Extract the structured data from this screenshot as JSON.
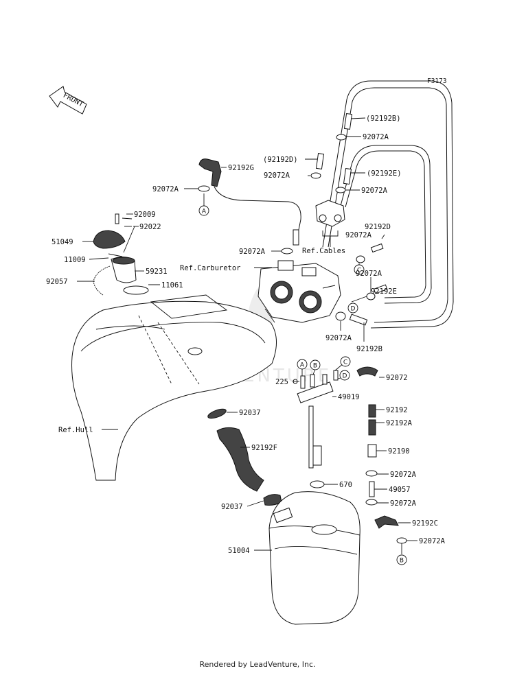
{
  "figure_code": "F3173",
  "front_label": "FRONT",
  "watermark": "LEADVENTURE",
  "footer": "Rendered by LeadVenture, Inc.",
  "callouts": {
    "a": "A",
    "b": "B",
    "c": "C",
    "d": "D"
  },
  "labels": {
    "p92192B_top": "(92192B)",
    "p92072A_1": "92072A",
    "p92192D_paren": "(92192D)",
    "p92192G": "92192G",
    "p92072A_2": "92072A",
    "p92192E_paren": "(92192E)",
    "p92072A_left": "92072A",
    "p92072A_3": "92072A",
    "p92009": "92009",
    "p92022": "92022",
    "p51049": "51049",
    "p92192D": "92192D",
    "p92072A_4": "92072A",
    "ref_cables": "Ref.Cables",
    "p92072A_5": "92072A",
    "p11009": "11009",
    "ref_carburetor": "Ref.Carburetor",
    "p59231": "59231",
    "p92057": "92057",
    "p11061": "11061",
    "p92072A_6": "92072A",
    "p92192E": "92192E",
    "p92072A_7": "92072A",
    "p92192B": "92192B",
    "p92072": "92072",
    "p225": "225",
    "p49019": "49019",
    "p92192": "92192",
    "p92037_1": "92037",
    "p92192A": "92192A",
    "ref_hull": "Ref.Hull",
    "p92192F": "92192F",
    "p92190": "92190",
    "p92072A_8": "92072A",
    "p670": "670",
    "p49057": "49057",
    "p92037_2": "92037",
    "p92072A_9": "92072A",
    "p92192C": "92192C",
    "p51004": "51004",
    "p92072A_10": "92072A"
  }
}
